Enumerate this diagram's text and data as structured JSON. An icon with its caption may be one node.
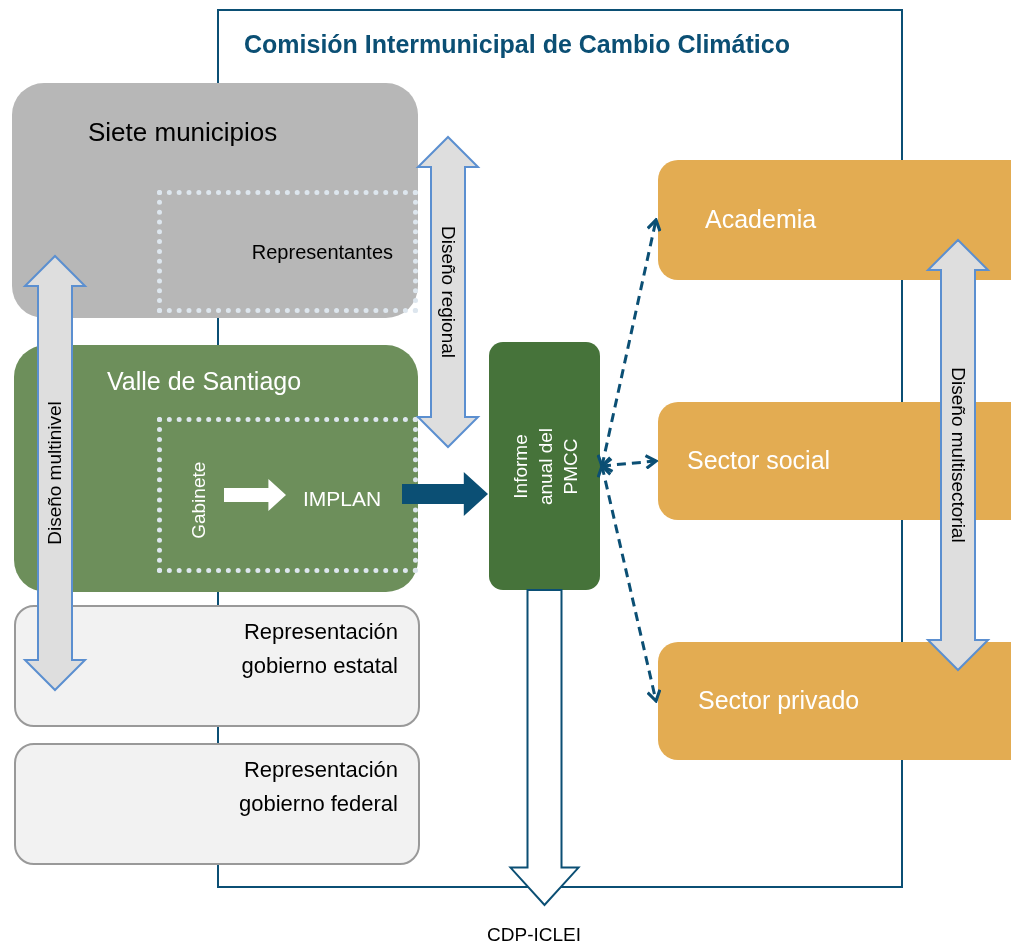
{
  "diagram": {
    "title": "Comisión Intermunicipal de Cambio Climático",
    "nodes": [
      {
        "text": [
          "Siete municipios"
        ]
      },
      {
        "text": [
          "Representantes"
        ],
        "in": 0
      },
      {
        "text": [
          "Valle de Santiago"
        ]
      },
      {
        "text": [],
        "shape": "box",
        "in": 2
      },
      {
        "text": [
          "Gabinete"
        ],
        "in": 3
      },
      {
        "text": [
          "IMPLAN"
        ],
        "in": 3
      },
      {
        "text": [
          "Informe anual del PMCC"
        ]
      },
      {
        "text": [
          "Academia"
        ]
      },
      {
        "text": [
          "Sector social"
        ]
      },
      {
        "text": [
          "Sector privado"
        ]
      },
      {
        "text": [
          "Representación gobierno estatal"
        ]
      },
      {
        "text": [
          "Representación gobierno federal"
        ]
      },
      {
        "text": [
          "CDP-ICLEI"
        ]
      }
    ],
    "edges": [
      {
        "from": 4,
        "to": 5,
        "arrow": "to",
        "style": "thick",
        "color": "#ffffff"
      },
      {
        "from": 5,
        "to": 6,
        "arrow": "to",
        "style": "thick",
        "color": "#0b4f74"
      },
      {
        "from": 6,
        "to": 7,
        "arrow": "both",
        "style": "dashed"
      },
      {
        "from": 6,
        "to": 8,
        "arrow": "both",
        "style": "dashed"
      },
      {
        "from": 6,
        "to": 9,
        "arrow": "both",
        "style": "dashed"
      },
      {
        "from": 6,
        "to": 12,
        "arrow": "to",
        "style": "thick"
      }
    ],
    "labels": [
      "Diseño regional",
      "Diseño multinivel",
      "Diseño multisectorial"
    ]
  }
}
